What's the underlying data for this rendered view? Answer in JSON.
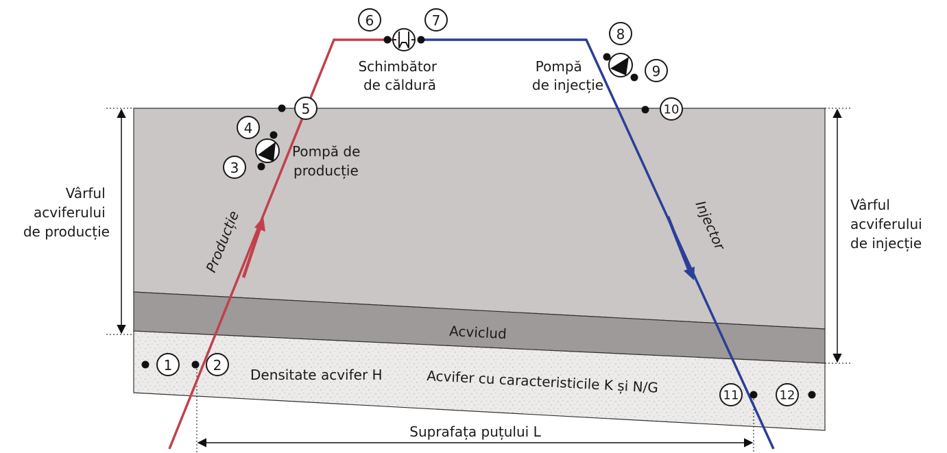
{
  "colors": {
    "production": "#c0414b",
    "injection": "#2a3f97",
    "upper_layer": "#cac6c5",
    "aquiclude": "#9e9a99",
    "aquifer": "#ecebea"
  },
  "labels": {
    "heat_exchanger": [
      "Schimbător",
      "de căldură"
    ],
    "injection_pump": [
      "Pompă",
      "de injecție"
    ],
    "production_pump": [
      "Pompă de",
      "producție"
    ],
    "production_top": [
      "Vârful",
      "acviferului",
      "de producție"
    ],
    "injection_top": [
      "Vârful",
      "acviferului",
      "de injecție"
    ],
    "production_well": "Producție",
    "injector_well": "Injector",
    "aquiclude": "Acviclud",
    "aquifer_thickness": "Densitate acvifer H",
    "aquifer_properties": "Acvifer cu caracteristicile K și N/G",
    "well_spacing": "Suprafața puțului L"
  },
  "points": [
    "1",
    "2",
    "3",
    "4",
    "5",
    "6",
    "7",
    "8",
    "9",
    "10",
    "11",
    "12"
  ],
  "icons": {
    "heat_exchanger": "heat-exchanger-icon",
    "pump": "pump-icon"
  }
}
